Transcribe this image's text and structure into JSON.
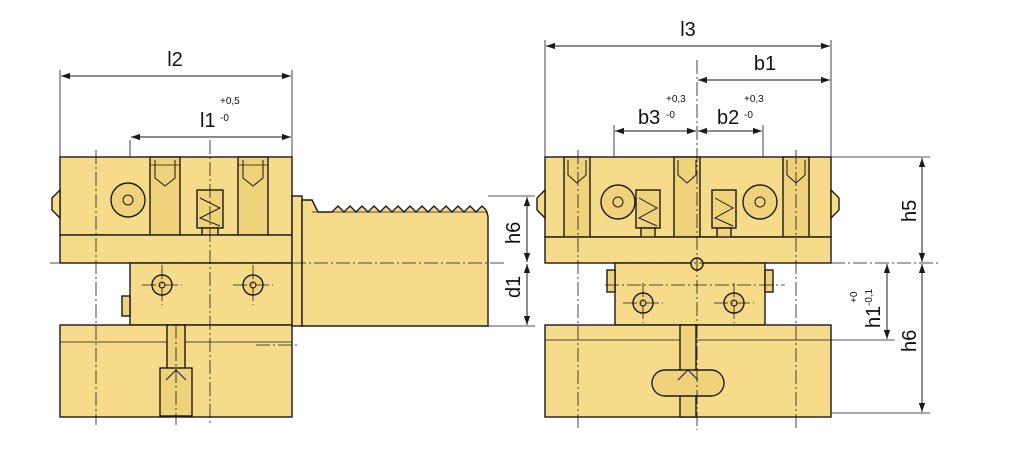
{
  "dimensions": {
    "l2": "l2",
    "l1": "l1",
    "l1_upper_tol": "+0,5",
    "l1_lower_tol": "-0",
    "l3": "l3",
    "b1": "b1",
    "b3": "b3",
    "b3_upper_tol": "+0,3",
    "b3_lower_tol": "-0",
    "b2": "b2",
    "b2_upper_tol": "+0,3",
    "b2_lower_tol": "-0",
    "h5": "h5",
    "h6_left": "h6",
    "h6_right": "h6",
    "d1": "d1",
    "h1": "h1",
    "h1_upper_tol": "+0",
    "h1_lower_tol": "-0,1"
  },
  "colors": {
    "body": "#f6dc8a",
    "outline": "#1a1a1a"
  }
}
